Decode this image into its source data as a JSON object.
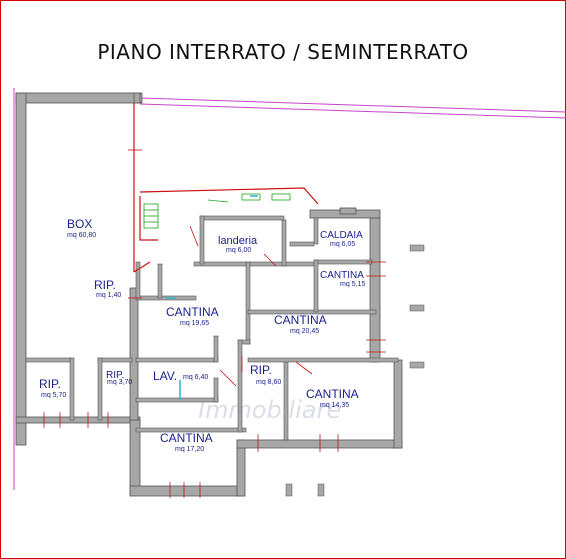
{
  "title": "PIANO INTERRATO / SEMINTERRATO",
  "watermark": "Immobiliare",
  "colors": {
    "wall": "#a7a7a7",
    "wall_stroke": "#555555",
    "boundary": "#c845c8",
    "ramp": "#cc1111",
    "label": "#1a1f8c",
    "stair": "#17a317",
    "vent": "#38b5d9"
  },
  "rooms": {
    "box": {
      "name": "BOX",
      "area": "mq 60,80"
    },
    "rip1": {
      "name": "RIP.",
      "area": "mq 1,40"
    },
    "rip2": {
      "name": "RIP.",
      "area": "mq 5,70"
    },
    "rip3": {
      "name": "RIP.",
      "area": "mq 3,70"
    },
    "lavanderia": {
      "name": "landeria",
      "area": "mq 6,00"
    },
    "caldaia": {
      "name": "CALDAIA",
      "area": "mq 6,05"
    },
    "cantina1": {
      "name": "CANTINA",
      "area": "mq 19,65"
    },
    "cantina2": {
      "name": "CANTINA",
      "area": "mq 5,15"
    },
    "cantina3": {
      "name": "CANTINA",
      "area": "mq 20,45"
    },
    "lav": {
      "name": "LAV.",
      "area": "mq 6,40"
    },
    "rip4": {
      "name": "RIP.",
      "area": "mq 8,60"
    },
    "cantina4": {
      "name": "CANTINA",
      "area": "mq 14,35"
    },
    "cantina5": {
      "name": "CANTINA",
      "area": "mq 17,20"
    }
  }
}
